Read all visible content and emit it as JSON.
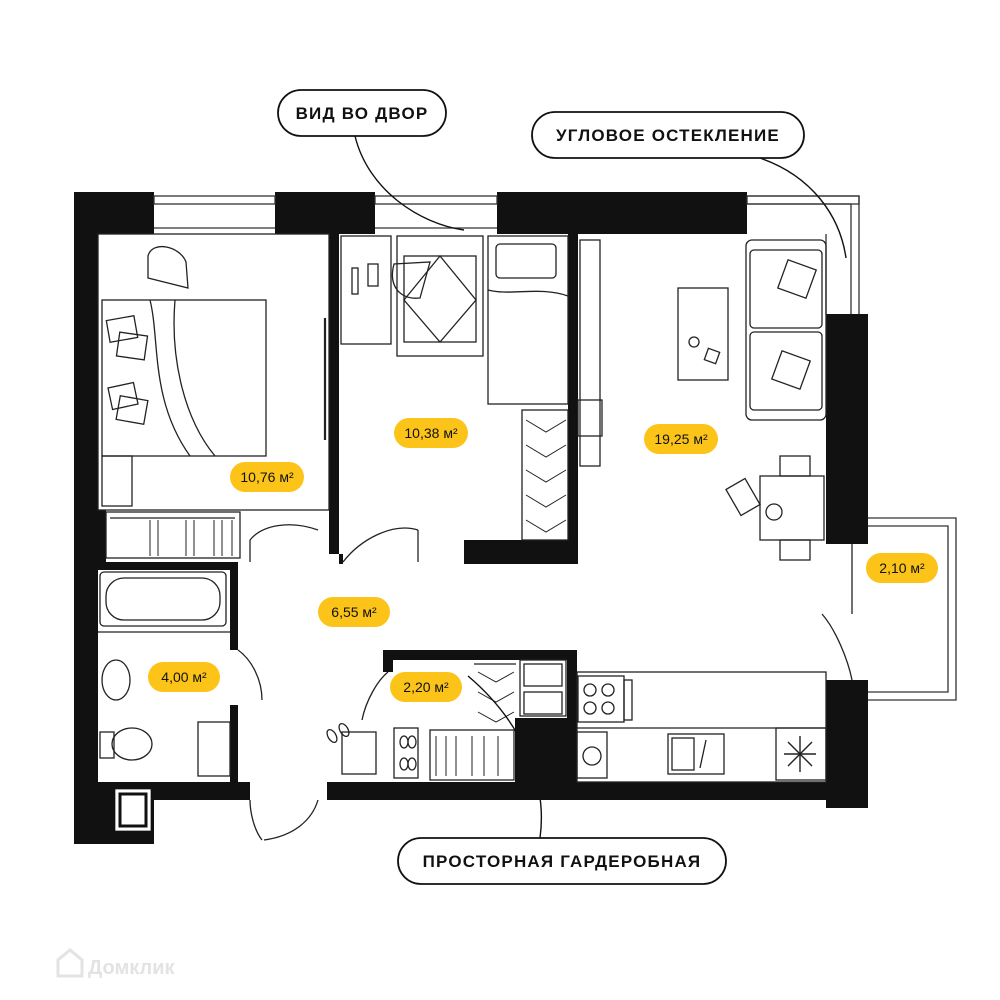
{
  "callouts": {
    "view": "ВИД ВО ДВОР",
    "glazing": "УГЛОВОЕ ОСТЕКЛЕНИЕ",
    "wardrobe": "ПРОСТОРНАЯ ГАРДЕРОБНАЯ"
  },
  "rooms": {
    "bedroom_area": "10,76 м²",
    "kids_area": "10,38 м²",
    "living_area": "19,25 м²",
    "balcony_area": "2,10 м²",
    "hall_area": "6,55 м²",
    "bath_area": "4,00 м²",
    "wardrobe_area": "2,20 м²"
  },
  "watermark": "Домклик",
  "colors": {
    "wall": "#111111",
    "badge": "#fcc419",
    "line": "#222222"
  }
}
